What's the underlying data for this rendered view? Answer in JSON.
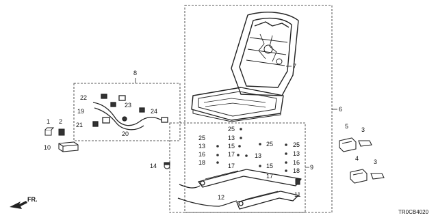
{
  "diagram": {
    "part_code": "TR0CB4020",
    "front_label": "FR.",
    "callouts": {
      "c1": "1",
      "c2": "2",
      "c3a": "3",
      "c3b": "3",
      "c4": "4",
      "c5": "5",
      "c6": "6",
      "c7": "7",
      "c8": "8",
      "c9": "9",
      "c10": "10",
      "c11": "11",
      "c12": "12",
      "c14": "14",
      "c20": "20",
      "c21": "21",
      "c22": "22",
      "c23": "23",
      "c24": "24",
      "c19": "19",
      "c25a": "25",
      "c25b": "25",
      "c25c": "25",
      "c25d": "25",
      "c13a": "13",
      "c13b": "13",
      "c13c": "13",
      "c13d": "13",
      "c15a": "15",
      "c15b": "15",
      "c16a": "16",
      "c16b": "16",
      "c17a": "17",
      "c17b": "17",
      "c17c": "17",
      "c18a": "18",
      "c18b": "18"
    }
  }
}
